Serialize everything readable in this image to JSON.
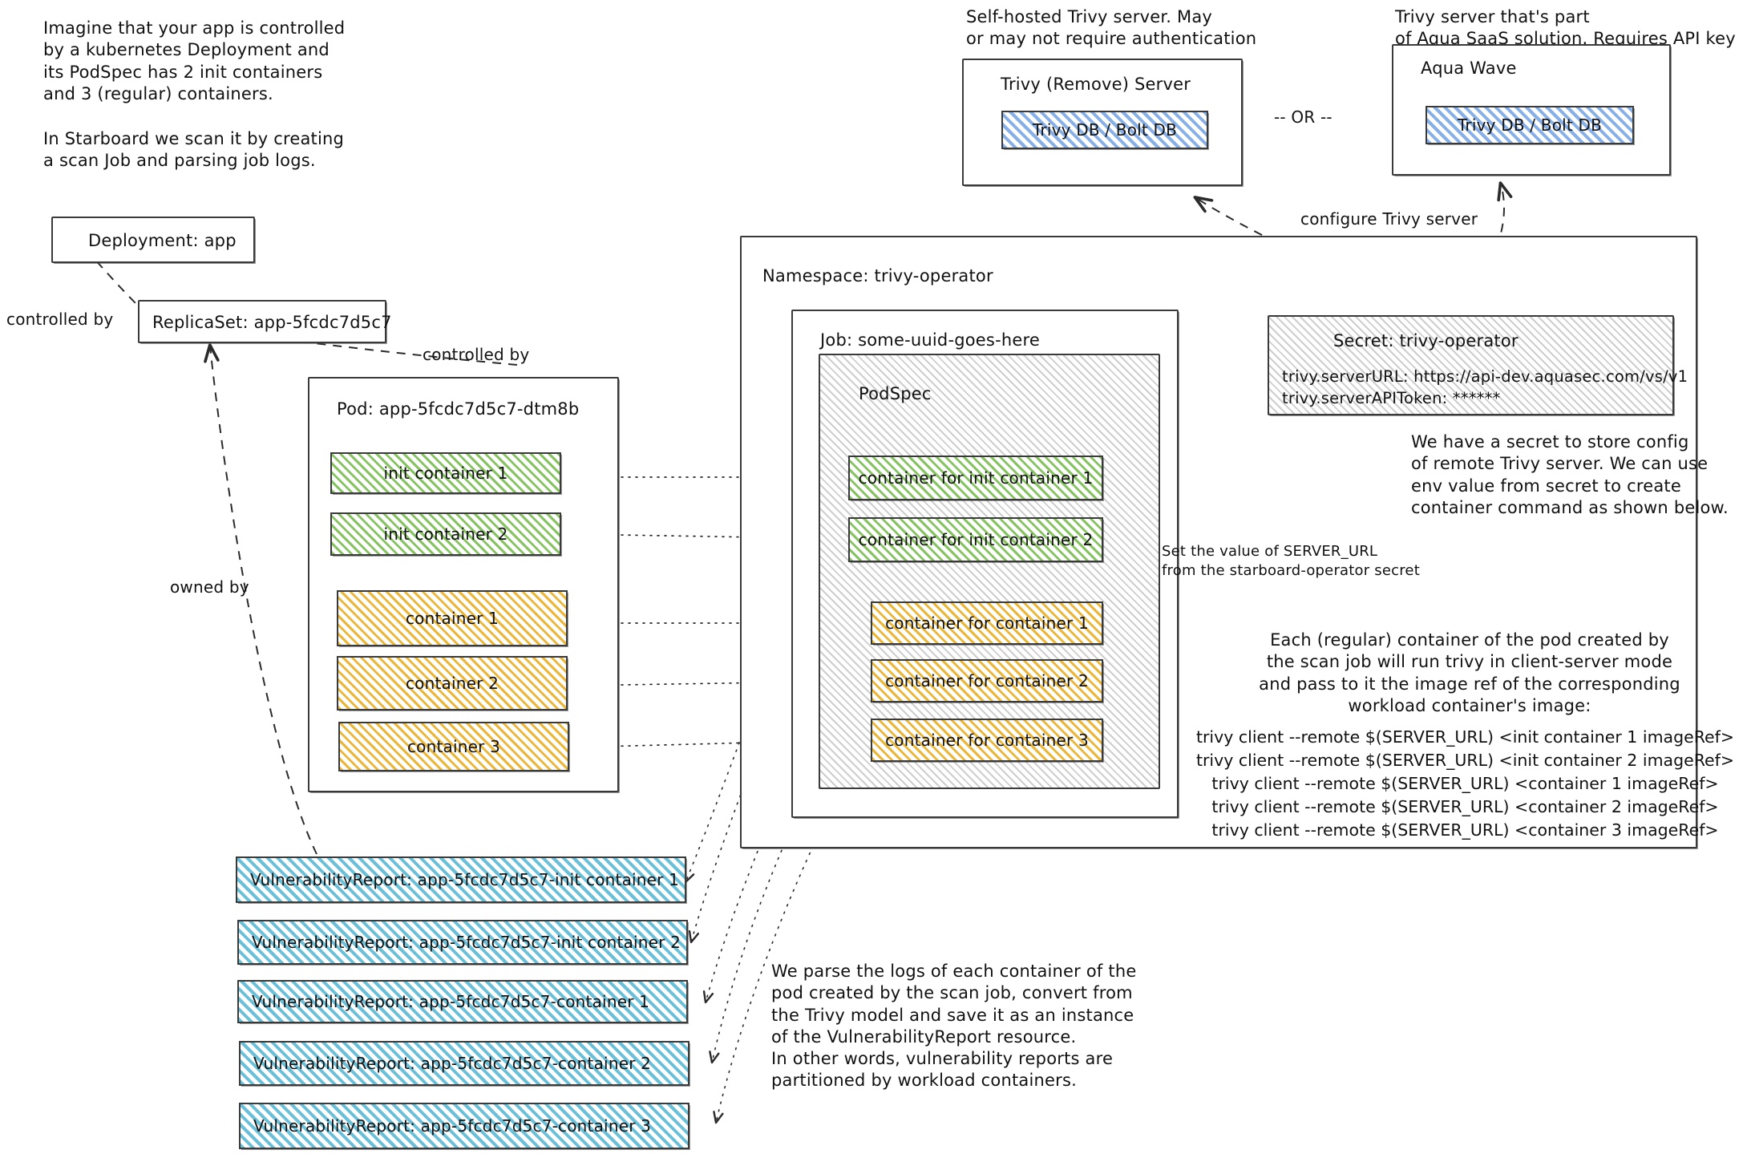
{
  "intro": {
    "paragraph1": "Imagine that your app is controlled\nby a kubernetes Deployment and\nits PodSpec has 2 init containers\nand 3 (regular) containers.",
    "paragraph2": "In Starboard we scan it by creating\na scan Job and parsing job logs."
  },
  "workload": {
    "deployment_label": "Deployment: app",
    "replicaset_label": "ReplicaSet: app-5fcdc7d5c7",
    "pod_label": "Pod: app-5fcdc7d5c7-dtm8b",
    "containers": [
      {
        "label": "init container 1",
        "kind": "init"
      },
      {
        "label": "init container 2",
        "kind": "init"
      },
      {
        "label": "container 1",
        "kind": "regular"
      },
      {
        "label": "container 2",
        "kind": "regular"
      },
      {
        "label": "container 3",
        "kind": "regular"
      }
    ]
  },
  "edge_labels": {
    "controlled_by_deployment": "controlled by",
    "controlled_by_replicaset": "controlled by",
    "owned_by": "owned by",
    "configure_trivy_server": "configure Trivy server"
  },
  "namespace": {
    "label": "Namespace: trivy-operator",
    "job_label": "Job: some-uuid-goes-here",
    "podspec_label": "PodSpec",
    "scan_containers": [
      {
        "label": "container for init container 1",
        "kind": "init"
      },
      {
        "label": "container for init container 2",
        "kind": "init"
      },
      {
        "label": "container for container 1",
        "kind": "regular"
      },
      {
        "label": "container for container 2",
        "kind": "regular"
      },
      {
        "label": "container for container 3",
        "kind": "regular"
      }
    ]
  },
  "secret": {
    "title": "Secret: trivy-operator",
    "line1": "trivy.serverURL: https://api-dev.aquasec.com/vs/v1",
    "line2": "trivy.serverAPIToken: ******"
  },
  "servers": {
    "left_note": "Self-hosted Trivy server. May\nor may not require authentication",
    "right_note": "Trivy server that's part\nof Aqua SaaS solution. Requires API key",
    "left_title": "Trivy (Remove) Server",
    "right_title": "Aqua Wave",
    "db_label": "Trivy DB / Bolt DB",
    "or_label": "-- OR --"
  },
  "notes": {
    "secret_explainer": "We have a secret to store config\nof remote Trivy server. We can use\nenv value from secret to create\ncontainer command as shown below.",
    "server_url_note": "Set the value of SERVER_URL\nfrom the starboard-operator secret",
    "client_server_explainer": "Each (regular) container of the pod created by\nthe scan job will run trivy in client-server mode\nand pass to it the image ref of the corresponding\nworkload container's image:",
    "commands": "trivy client --remote $(SERVER_URL) <init container 1 imageRef>\ntrivy client --remote $(SERVER_URL) <init container 2 imageRef>\ntrivy client --remote $(SERVER_URL) <container 1 imageRef>\ntrivy client --remote $(SERVER_URL) <container 2 imageRef>\ntrivy client --remote $(SERVER_URL) <container 3 imageRef>",
    "parse_logs_explainer": "We parse the logs of each container of the\npod created by the scan job, convert from\nthe Trivy model and save it as an instance\nof the VulnerabilityReport resource.\nIn other words, vulnerability reports are\npartitioned by workload containers."
  },
  "reports": [
    {
      "label": "VulnerabilityReport: app-5fcdc7d5c7-init container 1"
    },
    {
      "label": "VulnerabilityReport: app-5fcdc7d5c7-init container 2"
    },
    {
      "label": "VulnerabilityReport: app-5fcdc7d5c7-container 1"
    },
    {
      "label": "VulnerabilityReport: app-5fcdc7d5c7-container 2"
    },
    {
      "label": "VulnerabilityReport: app-5fcdc7d5c7-container 3"
    }
  ],
  "colors": {
    "init_container": "#7cbf54",
    "regular_container": "#eab026",
    "report": "#56b7d4",
    "database": "#689ce1",
    "stroke": "#3a3a3a"
  }
}
